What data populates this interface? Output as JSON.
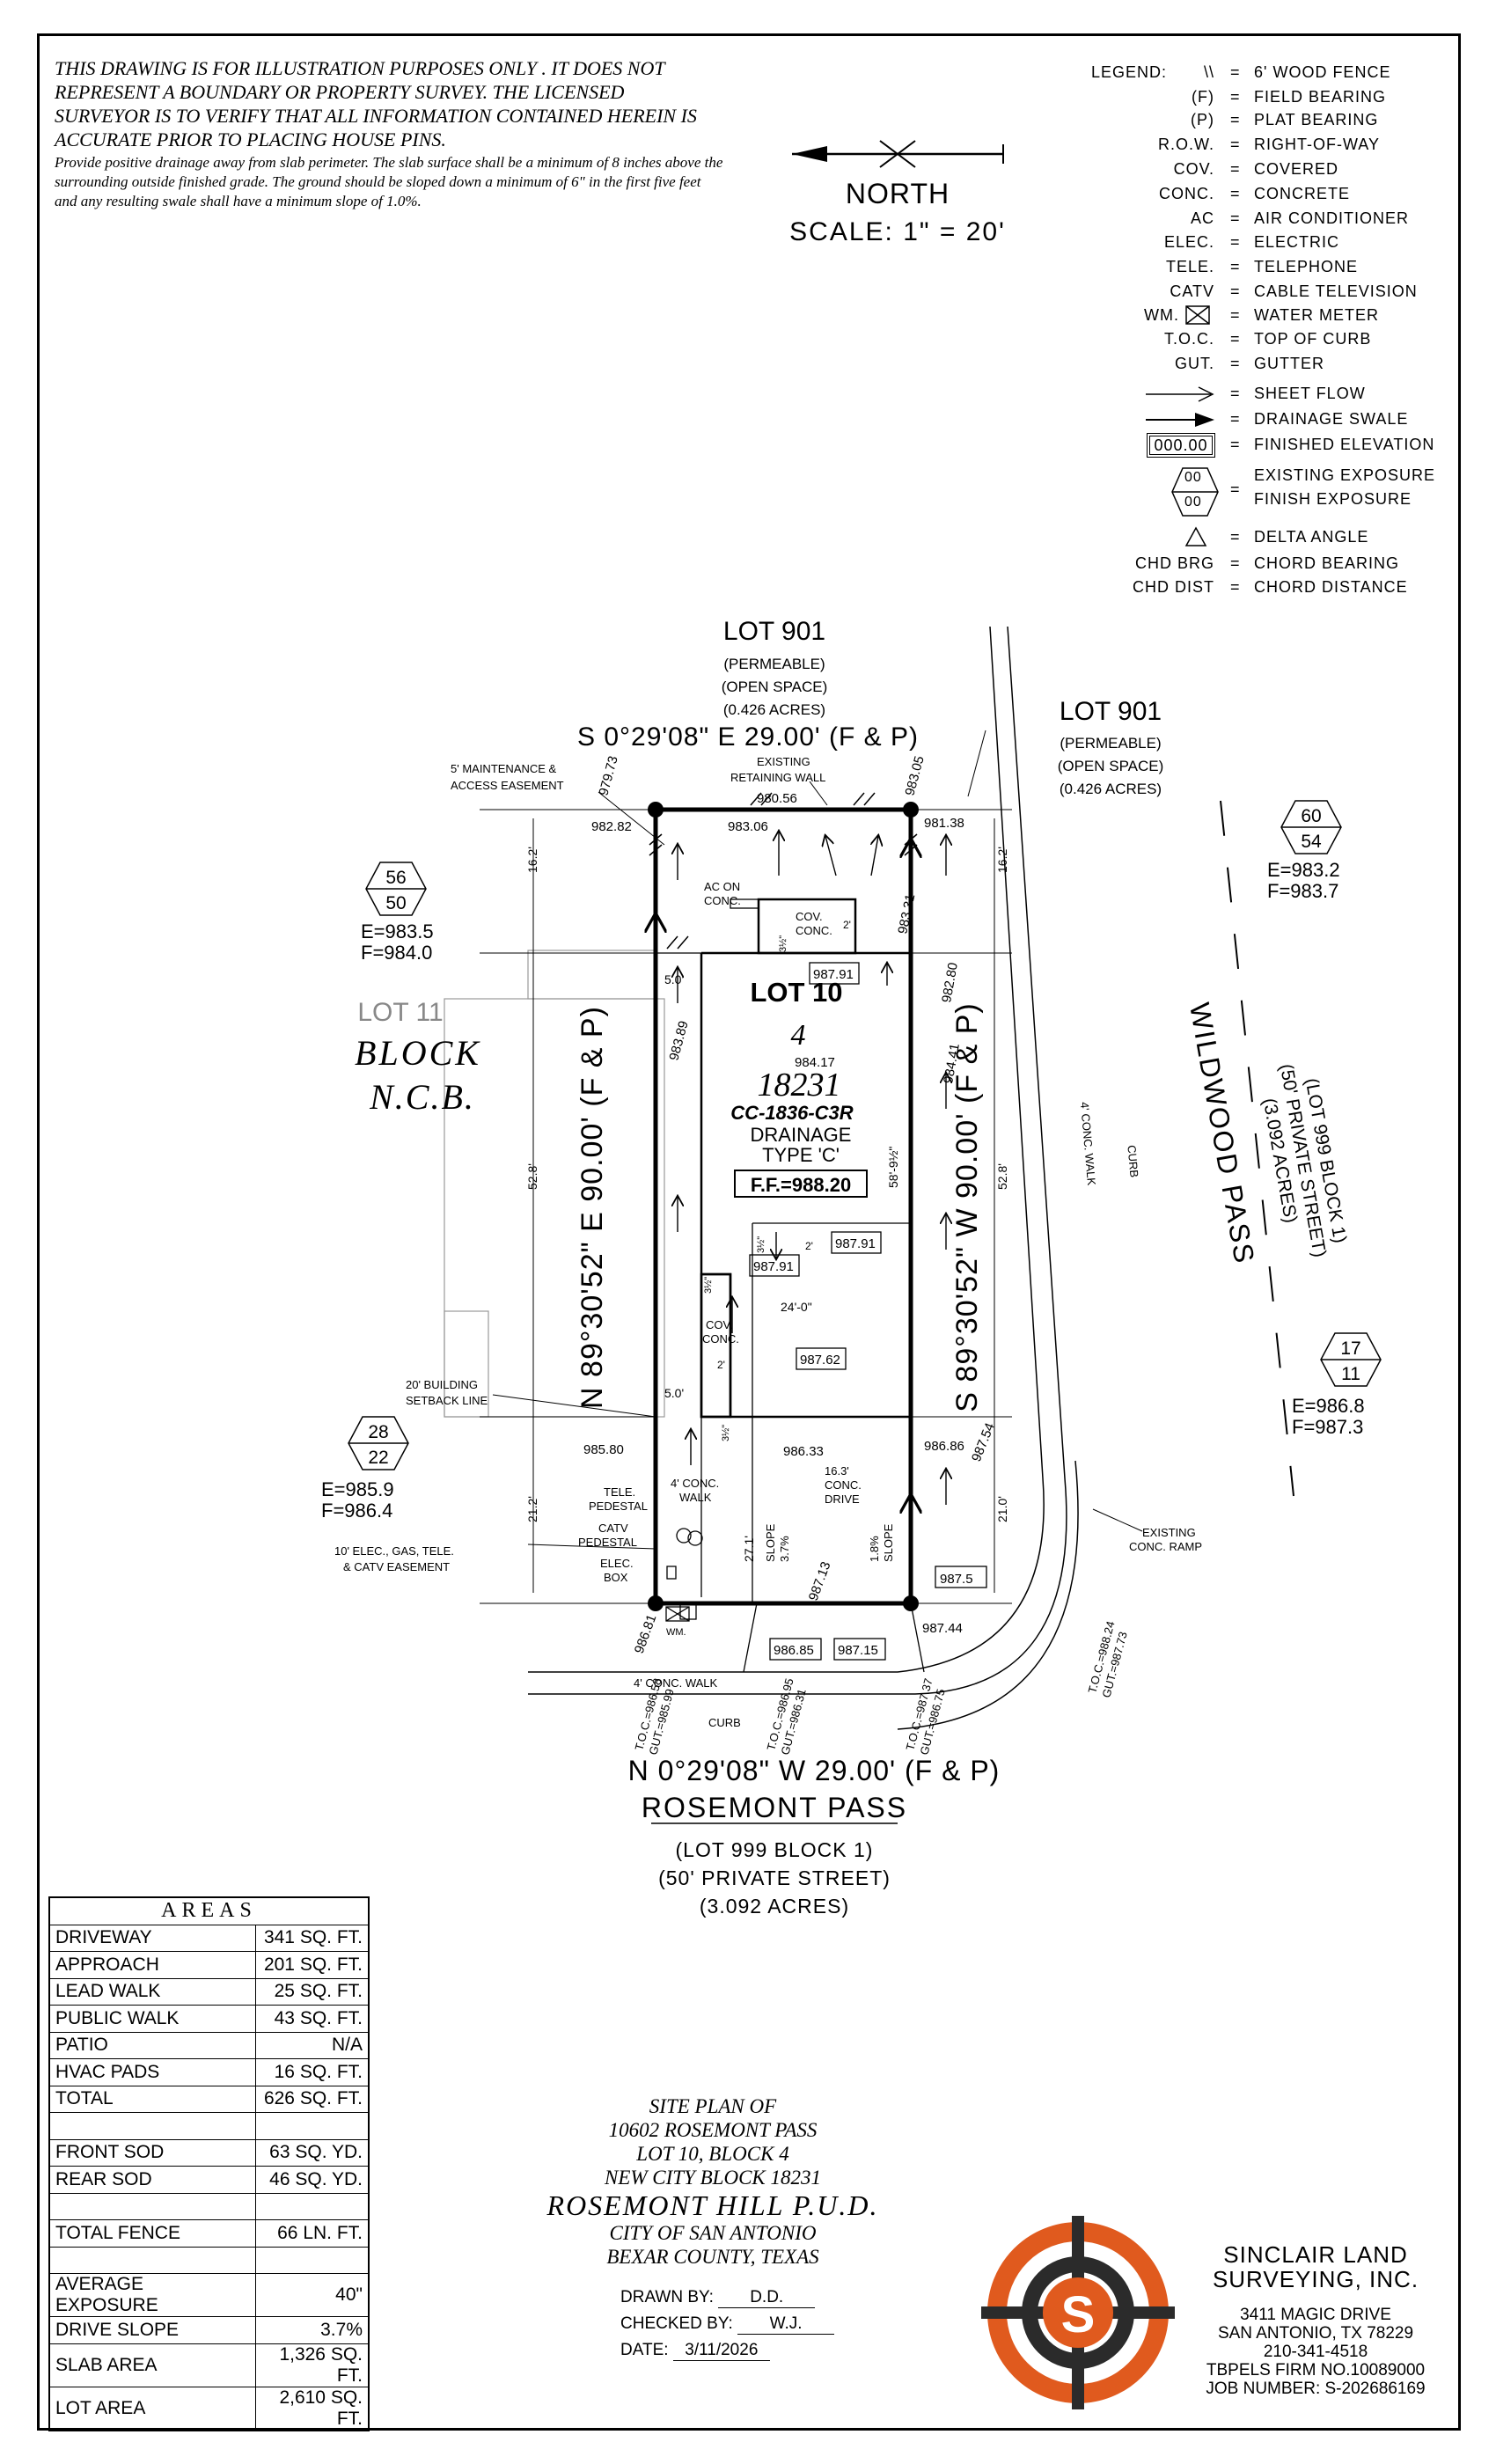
{
  "notes": {
    "disclaimer": "THIS DRAWING IS FOR ILLUSTRATION PURPOSES ONLY . IT DOES NOT REPRESENT A BOUNDARY OR PROPERTY SURVEY. THE LICENSED SURVEYOR IS TO VERIFY THAT ALL INFORMATION CONTAINED HEREIN IS ACCURATE PRIOR TO PLACING HOUSE PINS.",
    "drainage": "Provide positive drainage away from slab perimeter. The slab surface shall be a minimum of 8 inches above the surrounding outside finished grade. The ground should be sloped down a minimum of 6\" in the first five feet and any resulting swale shall have a minimum slope of 1.0%."
  },
  "north": {
    "label": "NORTH",
    "scale": "SCALE: 1\" = 20'"
  },
  "legend": {
    "title": "LEGEND:",
    "items": [
      {
        "sym": "\\\\",
        "desc": "6' WOOD FENCE"
      },
      {
        "sym": "(F)",
        "desc": "FIELD BEARING"
      },
      {
        "sym": "(P)",
        "desc": "PLAT BEARING"
      },
      {
        "sym": "R.O.W.",
        "desc": "RIGHT-OF-WAY"
      },
      {
        "sym": "COV.",
        "desc": "COVERED"
      },
      {
        "sym": "CONC.",
        "desc": "CONCRETE"
      },
      {
        "sym": "AC",
        "desc": "AIR CONDITIONER"
      },
      {
        "sym": "ELEC.",
        "desc": "ELECTRIC"
      },
      {
        "sym": "TELE.",
        "desc": "TELEPHONE"
      },
      {
        "sym": "CATV",
        "desc": "CABLE TELEVISION"
      },
      {
        "sym": "WM.",
        "desc": "WATER METER"
      },
      {
        "sym": "T.O.C.",
        "desc": "TOP OF CURB"
      },
      {
        "sym": "GUT.",
        "desc": "GUTTER"
      },
      {
        "sym": "",
        "desc": "SHEET FLOW"
      },
      {
        "sym": "",
        "desc": "DRAINAGE SWALE"
      },
      {
        "sym": "000.00",
        "desc": "FINISHED ELEVATION"
      },
      {
        "sym": "00",
        "desc": "EXISTING EXPOSURE",
        "sym2": "00",
        "desc2": "FINISH EXPOSURE"
      },
      {
        "sym": "",
        "desc": "DELTA ANGLE"
      },
      {
        "sym": "CHD BRG",
        "desc": "CHORD BEARING"
      },
      {
        "sym": "CHD DIST",
        "desc": "CHORD DISTANCE"
      }
    ]
  },
  "plan": {
    "lot901_top": {
      "name": "LOT 901",
      "sub1": "(PERMEABLE)",
      "sub2": "(OPEN SPACE)",
      "sub3": "(0.426 ACRES)"
    },
    "lot901_right": {
      "name": "LOT 901",
      "sub1": "(PERMEABLE)",
      "sub2": "(OPEN SPACE)",
      "sub3": "(0.426 ACRES)"
    },
    "bearing_top": "S 0°29'08\" E 29.00' (F & P)",
    "bearing_bottom": "N 0°29'08\" W 29.00' (F & P)",
    "bearing_left": "N 89°30'52\" E 90.00' (F & P)",
    "bearing_right": "S 89°30'52\" W 90.00' (F & P)",
    "lot_id": "LOT 10",
    "block_no": "4",
    "ncb_no": "18231",
    "plat": "CC-1836-C3R",
    "drainage": "DRAINAGE",
    "drainage_type": "TYPE 'C'",
    "ff": "F.F.=988.20",
    "lot11": "LOT 11",
    "block_label": "BLOCK",
    "ncb_label": "N.C.B.",
    "street_bottom": "ROSEMONT PASS",
    "street_bottom_sub1": "(LOT 999 BLOCK 1)",
    "street_bottom_sub2": "(50' PRIVATE STREET)",
    "street_bottom_sub3": "(3.092 ACRES)",
    "street_right": "WILDWOOD PASS",
    "street_right_sub1": "(LOT 999 BLOCK 1)",
    "street_right_sub2": "(50' PRIVATE STREET)",
    "street_right_sub3": "(3.092 ACRES)",
    "exposures": [
      {
        "top": "56",
        "bottom": "50",
        "e": "E=983.5",
        "f": "F=984.0"
      },
      {
        "top": "60",
        "bottom": "54",
        "e": "E=983.2",
        "f": "F=983.7"
      },
      {
        "top": "28",
        "bottom": "22",
        "e": "E=985.9",
        "f": "F=986.4"
      },
      {
        "top": "17",
        "bottom": "11",
        "e": "E=986.8",
        "f": "F=987.3"
      }
    ],
    "elevations": {
      "e979_73": "979.73",
      "e980_56": "980.56",
      "e983_05": "983.05",
      "e982_82": "982.82",
      "e983_06": "983.06",
      "e981_38": "981.38",
      "e983_31": "983.31",
      "e987_91a": "987.91",
      "e983_89": "983.89",
      "e982_80": "982.80",
      "e984_17": "984.17",
      "e984_41": "984.41",
      "e987_91b": "987.91",
      "e987_91c": "987.91",
      "e987_62": "987.62",
      "e985_80": "985.80",
      "e986_33": "986.33",
      "e986_86": "986.86",
      "e987_54": "987.54",
      "e987_13": "987.13",
      "e987_5": "987.5",
      "e986_81": "986.81",
      "e987_44": "987.44",
      "e986_85": "986.85",
      "e987_15": "987.15"
    },
    "labels": {
      "maint_easement1": "5' MAINTENANCE &",
      "maint_easement2": "ACCESS EASEMENT",
      "retaining1": "EXISTING",
      "retaining2": "RETAINING WALL",
      "ac_on": "AC ON",
      "ac_conc": "CONC.",
      "cov1": "COV.",
      "conc1": "CONC.",
      "cov2": "COV.",
      "conc2": "CONC.",
      "d162a": "16.2'",
      "d162b": "16.2'",
      "d50a": "5.0'",
      "d50b": "5.0'",
      "d528a": "52.8'",
      "d528b": "52.8'",
      "d212": "21.2'",
      "d210": "21.0'",
      "d271": "27.1'",
      "d58": "58'-9½\"",
      "d24": "24'-0\"",
      "d3a": "3½\"",
      "d3b": "3½\"",
      "d3c": "3½\"",
      "d3d": "3½\"",
      "d2a": "2'",
      "d2b": "2'",
      "d2c": "2'",
      "setback1": "20' BUILDING",
      "setback2": "SETBACK LINE",
      "walk_lead1": "4' CONC.",
      "walk_lead2": "WALK",
      "drive1": "16.3'",
      "drive2": "CONC.",
      "drive3": "DRIVE",
      "slope_l1": "SLOPE",
      "slope_l2": "3.7%",
      "slope_r1": "1.8%",
      "slope_r2": "SLOPE",
      "tele1": "TELE.",
      "tele2": "PEDESTAL",
      "catv1": "CATV",
      "catv2": "PEDESTAL",
      "elec1": "ELEC.",
      "elec2": "BOX",
      "util1": "10' ELEC., GAS, TELE.",
      "util2": "& CATV EASEMENT",
      "wm": "WM.",
      "walk_public": "4' CONC. WALK",
      "curb_bottom": "CURB",
      "conc_walk_right": "4' CONC. WALK",
      "curb_right": "CURB",
      "ramp1": "EXISTING",
      "ramp2": "CONC. RAMP",
      "toc1": "T.O.C.=",
      "toc1v": "986.58",
      "gut1": "GUT.=",
      "gut1v": "985.99",
      "toc2": "T.O.C.=",
      "toc2v": "986.95",
      "gut2": "GUT.=",
      "gut2v": "986.31",
      "toc3": "T.O.C.=",
      "toc3v": "987.37",
      "gut3": "GUT.=",
      "gut3v": "986.75",
      "toc4": "T.O.C.=",
      "toc4v": "988.24",
      "gut4": "GUT.=",
      "gut4v": "987.73"
    }
  },
  "areas": {
    "title": "AREAS",
    "rows": [
      {
        "label": "DRIVEWAY",
        "value": "341 SQ. FT."
      },
      {
        "label": "APPROACH",
        "value": "201 SQ. FT."
      },
      {
        "label": "LEAD WALK",
        "value": "25 SQ. FT."
      },
      {
        "label": "PUBLIC WALK",
        "value": "43 SQ. FT."
      },
      {
        "label": "PATIO",
        "value": "N/A"
      },
      {
        "label": "HVAC PADS",
        "value": "16 SQ. FT."
      },
      {
        "label": "TOTAL",
        "value": "626 SQ. FT."
      },
      {
        "label": "",
        "value": ""
      },
      {
        "label": "FRONT SOD",
        "value": "63 SQ. YD."
      },
      {
        "label": "REAR SOD",
        "value": "46 SQ. YD."
      },
      {
        "label": "",
        "value": ""
      },
      {
        "label": "TOTAL FENCE",
        "value": "66 LN. FT."
      },
      {
        "label": "",
        "value": ""
      },
      {
        "label": "AVERAGE EXPOSURE",
        "value": "40\""
      },
      {
        "label": "DRIVE SLOPE",
        "value": "3.7%"
      },
      {
        "label": "SLAB AREA",
        "value": "1,326 SQ. FT."
      },
      {
        "label": "LOT AREA",
        "value": "2,610 SQ. FT."
      }
    ]
  },
  "title_block": {
    "l1": "SITE PLAN OF",
    "l2": "10602 ROSEMONT PASS",
    "l3": "LOT 10, BLOCK 4",
    "l4": "NEW CITY BLOCK 18231",
    "l5": "ROSEMONT HILL P.U.D.",
    "l6": "CITY OF SAN ANTONIO",
    "l7": "BEXAR COUNTY, TEXAS"
  },
  "drawn": {
    "drawn_label": "DRAWN BY:",
    "drawn_value": "D.D.",
    "checked_label": "CHECKED BY:",
    "checked_value": "W.J.",
    "date_label": "DATE:",
    "date_value": "3/11/2026"
  },
  "firm": {
    "name1": "SINCLAIR LAND",
    "name2": "SURVEYING, INC.",
    "addr1": "3411 MAGIC DRIVE",
    "addr2": "SAN ANTONIO, TX 78229",
    "phone": "210-341-4518",
    "tbpels": "TBPELS FIRM NO.10089000",
    "job": "JOB NUMBER: S-202686169",
    "logo_letter": "S"
  },
  "colors": {
    "logo_orange": "#e05a1e",
    "logo_dark": "#2b2b2b",
    "line": "#000000",
    "light_line": "#999999"
  }
}
